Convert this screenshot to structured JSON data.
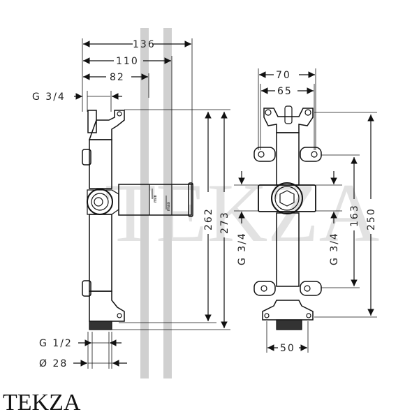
{
  "title": "Concealed installation body dimensions drawing",
  "watermark": "TEKZA",
  "brand": "TEKZA",
  "side_view": {
    "widths": {
      "w136": "136",
      "w110": "110",
      "w82": "82"
    },
    "top_thread": "G 3/4",
    "bottom_thread": "G 1/2",
    "bottom_diameter": "Ø 28",
    "height_inner": "262",
    "height_outer": "273",
    "scale_min": "min",
    "scale_max": "max"
  },
  "front_view": {
    "width_outer": "70",
    "width_inner": "65",
    "bottom_width": "50",
    "left_thread": "G 3/4",
    "right_thread": "G 3/4",
    "height_inner": "163",
    "height_outer": "250"
  },
  "colors": {
    "line": "#111111",
    "wall": "#d0d0d0",
    "watermark": "#cfcfcf"
  }
}
